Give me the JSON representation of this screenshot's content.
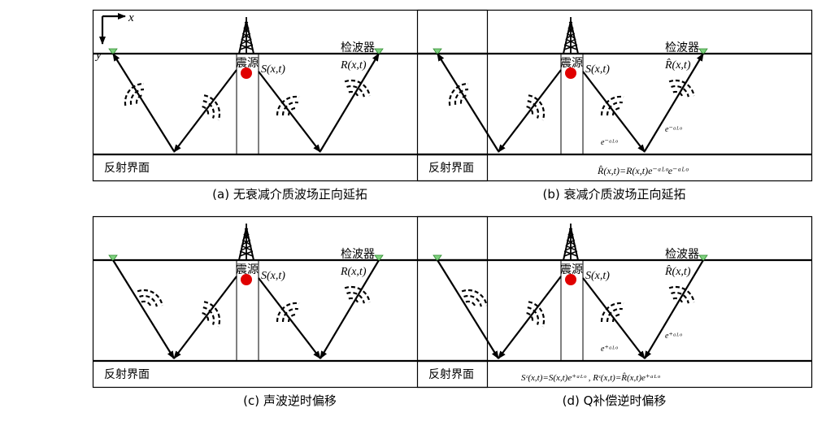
{
  "axis_labels": {
    "x": "x",
    "y": "y"
  },
  "colors": {
    "source": "#e00000",
    "receiver": "#7ed07e",
    "line": "#000000",
    "box": "#000000"
  },
  "panels": [
    {
      "id": "a",
      "source_label": "震源",
      "receiver_label": "检波器",
      "interface_label": "反射界面",
      "source_symbol": "S(x,t)",
      "receiver_symbol": "R(x,t)",
      "atten_left": "",
      "atten_right": "",
      "formula": "",
      "caption": "(a) 无衰减介质波场正向延拓"
    },
    {
      "id": "b",
      "source_label": "震源",
      "receiver_label": "检波器",
      "interface_label": "反射界面",
      "source_symbol": "S(x,t)",
      "receiver_symbol": "R̂(x,t)",
      "atten_left": "e⁻ᵃᴸᵒ",
      "atten_right": "e⁻ᵃᴸᵒ",
      "formula": "R̂(x,t)=R(x,t)e⁻ᵃᴸᵒe⁻ᵃᴸᵒ",
      "caption": "(b) 衰减介质波场正向延拓"
    },
    {
      "id": "c",
      "source_label": "震源",
      "receiver_label": "检波器",
      "interface_label": "反射界面",
      "source_symbol": "S(x,t)",
      "receiver_symbol": "R(x,t)",
      "atten_left": "",
      "atten_right": "",
      "formula": "",
      "caption": "(c) 声波逆时偏移"
    },
    {
      "id": "d",
      "source_label": "震源",
      "receiver_label": "检波器",
      "interface_label": "反射界面",
      "source_symbol": "S(x,t)",
      "receiver_symbol": "R̂(x,t)",
      "atten_left": "e⁺ᵃᴸᵒ",
      "atten_right": "e⁺ᵃᴸᵒ",
      "formula": "Sᶜ(x,t)=S(x,t)e⁺ᵃᴸᵒ , Rᶜ(x,t)=R̂(x,t)e⁺ᵃᴸᵒ",
      "caption": "(d) Q补偿逆时偏移"
    }
  ]
}
